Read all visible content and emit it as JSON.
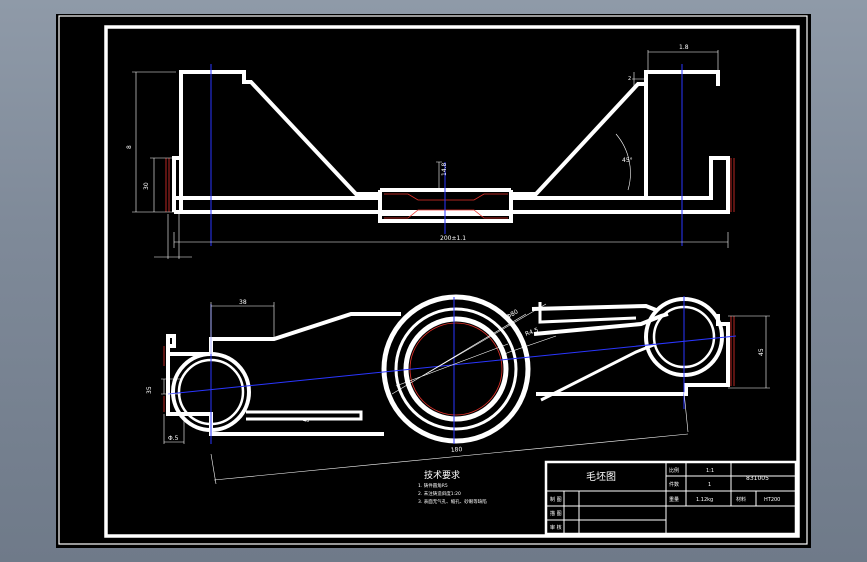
{
  "drawing": {
    "top_view": {
      "dim_right_width": "1.8",
      "dim_small_top": "2",
      "dim_height_left": "8",
      "dim_left_step": "30",
      "dim_center_hole": "14.8",
      "dim_angle": "45°",
      "dim_overall_length": "200±1.1"
    },
    "bottom_view": {
      "dim_offset_top": "38",
      "dim_diameter_main": "Φ80",
      "dim_large_radius": "R4.5",
      "dim_left_small": "35",
      "dim_arm_gap": "40",
      "dim_right_height": "45",
      "dim_left_bottom": "Φ.5",
      "dim_center_distance": "180"
    },
    "notes": {
      "title": "技术要求",
      "line1": "1. 铸件圆角R5",
      "line2": "2. 未注铸造斜度1:20",
      "line3": "3. 表面无气孔、缩孔、砂眼等缺陷"
    },
    "title_block": {
      "drawing_name": "毛坯图",
      "drawing_number": "831005",
      "label_material": "比例",
      "value_material": "1:1",
      "label_quantity": "件数",
      "value_quantity": "1",
      "label_weight": "重量",
      "value_weight": "1.12kg",
      "label_material2": "材料",
      "value_material2": "HT200",
      "row1_left": "制 图",
      "row2_left": "描 图",
      "row3_left": "审 核"
    }
  }
}
